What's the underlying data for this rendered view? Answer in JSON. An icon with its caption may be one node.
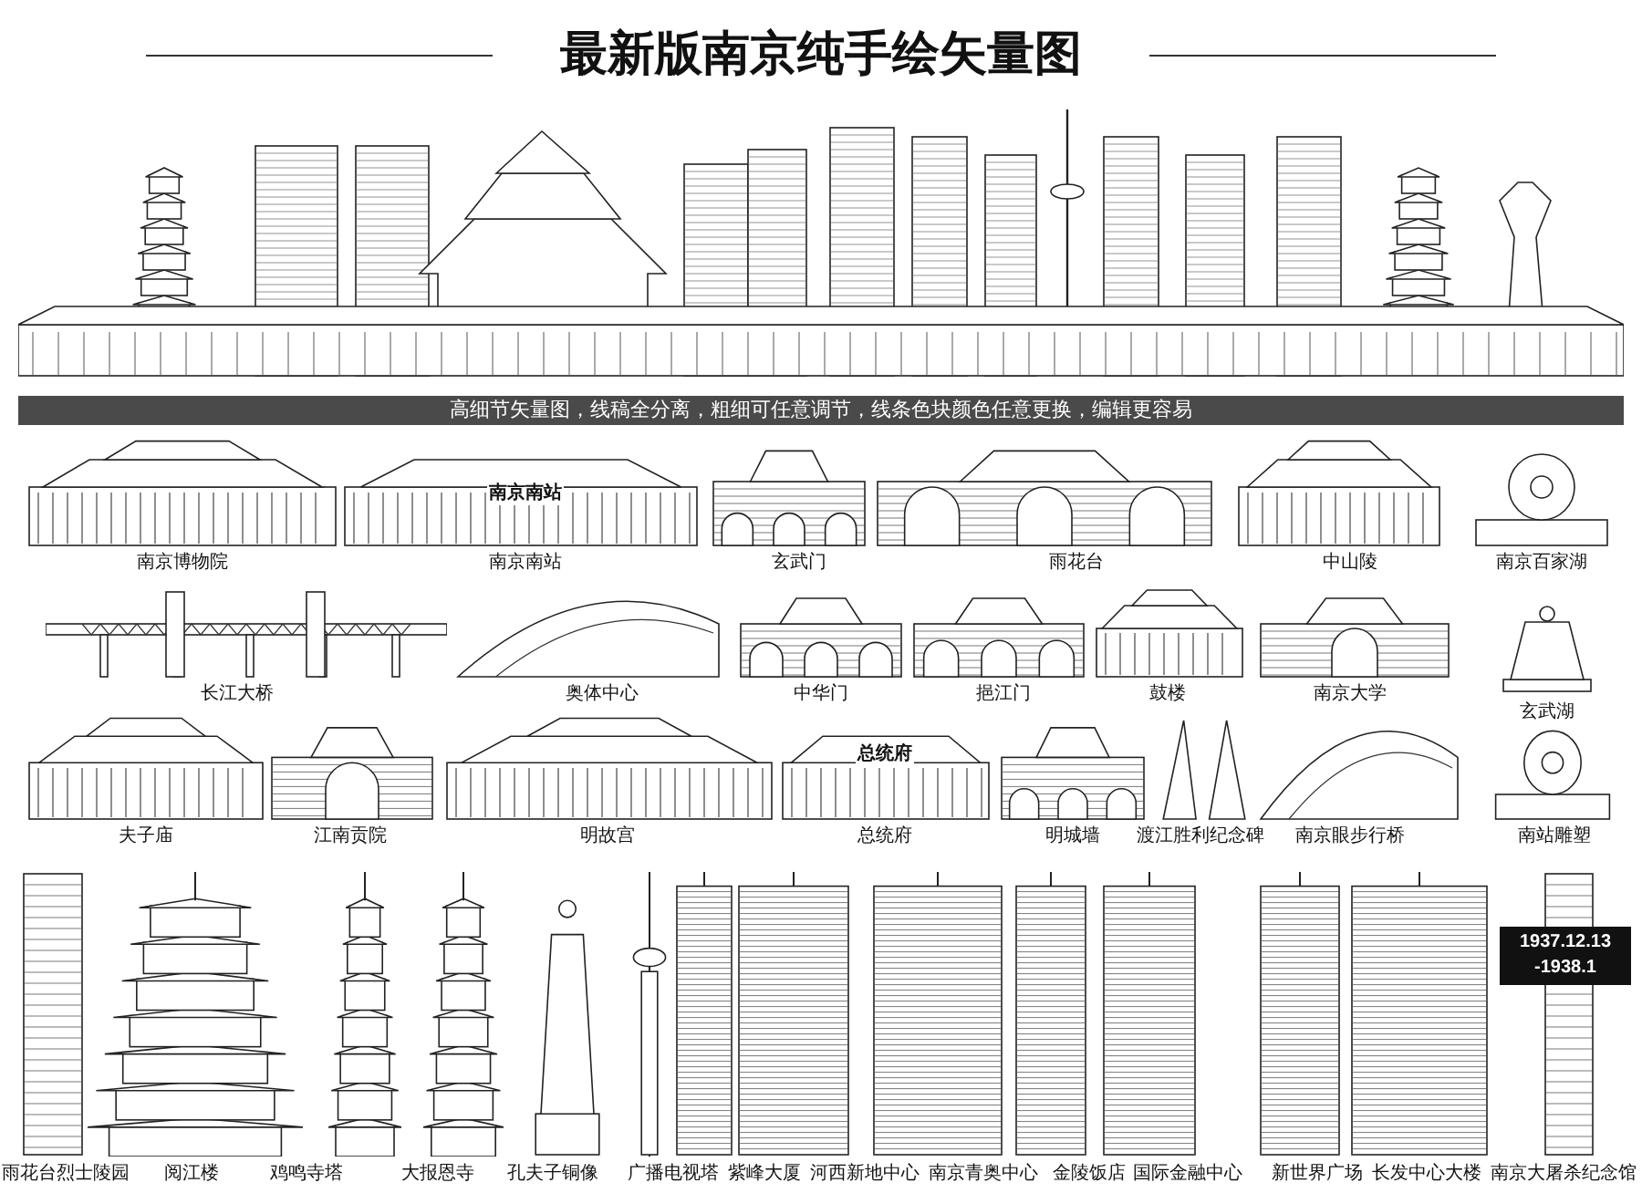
{
  "diagram": {
    "title": "最新版南京纯手绘矢量图",
    "labels": [
      "高细节矢量图，线稿全分离，粗细可任意调节，线条色块颜色任意更换，编辑更容易",
      "南京南站",
      "南京博物院",
      "南京南站",
      "玄武门",
      "雨花台",
      "中山陵",
      "南京百家湖",
      "长江大桥",
      "奥体中心",
      "中华门",
      "挹江门",
      "鼓楼",
      "南京大学",
      "玄武湖",
      "总统府",
      "夫子庙",
      "江南贡院",
      "明故宫",
      "总统府",
      "明城墙",
      "渡江胜利纪念碑",
      "南京眼步行桥",
      "南站雕塑",
      "1937.12.13",
      "-1938.1",
      "雨花台烈士陵园",
      "阅江楼",
      "鸡鸣寺塔",
      "大报恩寺",
      "孔夫子铜像",
      "广播电视塔",
      "紫峰大厦",
      "河西新地中心",
      "南京青奥中心",
      "金陵饭店",
      "国际金融中心",
      "新世界广场",
      "长发中心大楼",
      "南京大屠杀纪念馆"
    ]
  }
}
